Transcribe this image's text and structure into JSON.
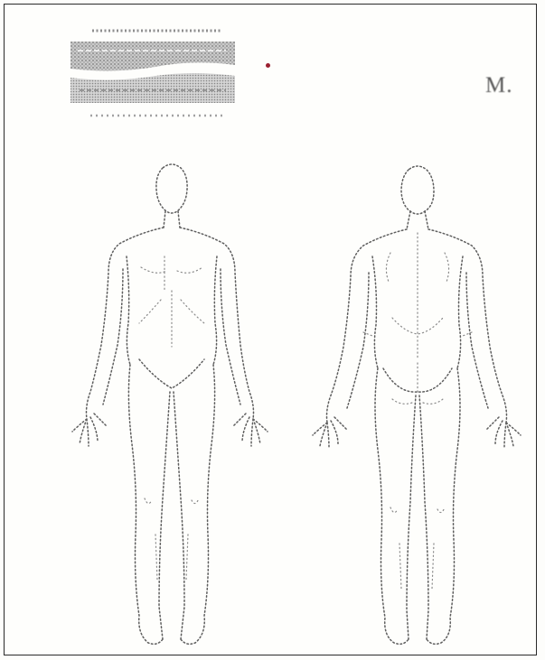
{
  "document": {
    "sheet_label": "M."
  },
  "logo": {
    "description_icon": "stippled-institution-logo"
  },
  "figures": {
    "front_icon": "male-body-front-outline",
    "back_icon": "male-body-back-outline"
  },
  "colors": {
    "frame": "#2a2a2a",
    "outline": "#5e5e5e",
    "mark": "#9b2030",
    "paper": "#fefefc"
  }
}
